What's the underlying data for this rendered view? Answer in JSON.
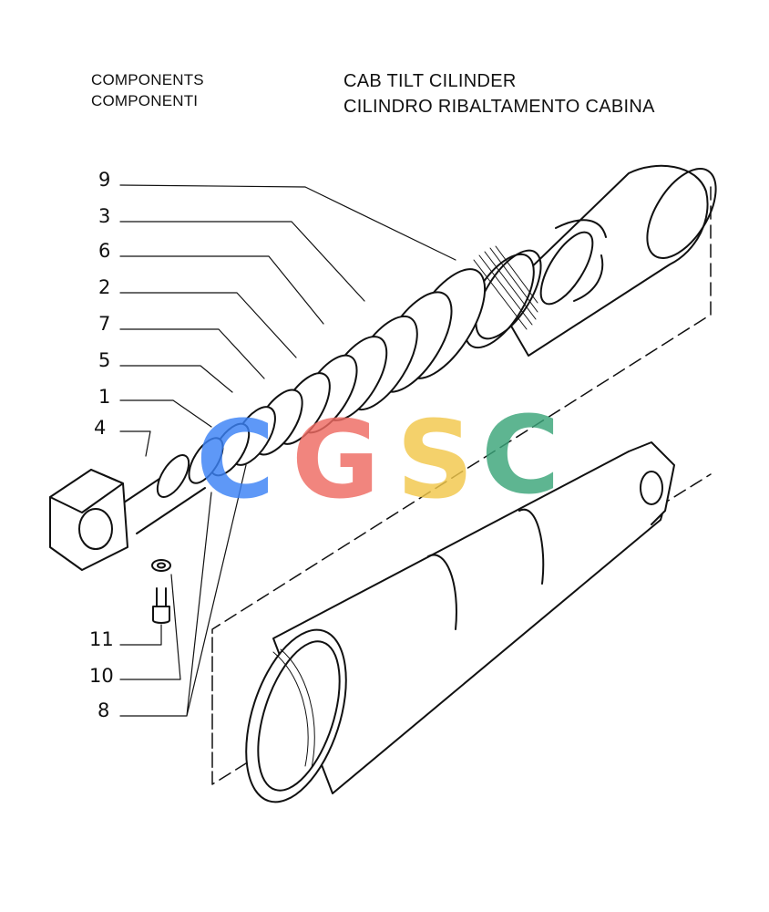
{
  "header": {
    "left_line1": "COMPONENTS",
    "left_line2": "COMPONENTI",
    "right_line1": "CAB TILT CILINDER",
    "right_line2": "CILINDRO RIBALTAMENTO CABINA"
  },
  "callouts": [
    "9",
    "3",
    "6",
    "2",
    "7",
    "5",
    "1",
    "4",
    "11",
    "10",
    "8"
  ],
  "watermark": {
    "letters": [
      "C",
      "G",
      "S",
      "C"
    ],
    "colors": [
      "#3b82f6",
      "#ef6b62",
      "#f2c84b",
      "#3ba57a"
    ]
  }
}
